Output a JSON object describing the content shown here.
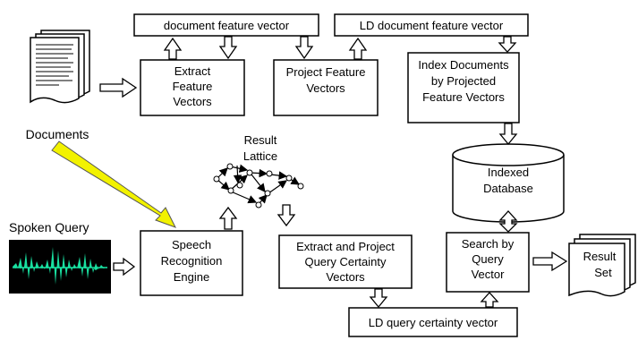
{
  "labels": {
    "document_feature_vector": "document feature vector",
    "ld_document_feature_vector": "LD document feature vector",
    "extract_feature_vectors": [
      "Extract",
      "Feature",
      "Vectors"
    ],
    "project_feature_vectors": [
      "Project Feature",
      "Vectors"
    ],
    "index_documents": [
      "Index Documents",
      "by Projected",
      "Feature Vectors"
    ],
    "indexed_database": [
      "Indexed",
      "Database"
    ],
    "documents": "Documents",
    "result_lattice": [
      "Result",
      "Lattice"
    ],
    "spoken_query": "Spoken Query",
    "speech_recognition_engine": [
      "Speech",
      "Recognition",
      "Engine"
    ],
    "extract_project_query": [
      "Extract and Project",
      "Query Certainty",
      "Vectors"
    ],
    "search_by_query_vector": [
      "Search by",
      "Query",
      "Vector"
    ],
    "result_set": [
      "Result",
      "Set"
    ],
    "ld_query_certainty_vector": "LD query certainty vector"
  },
  "colors": {
    "waveform": "#19e0a0",
    "waveform_background": "#000000",
    "yellow_arrow": "#f2f200"
  },
  "icons": {
    "documents": "document-stack-icon",
    "result_set": "result-set-stack-icon",
    "waveform": "audio-waveform-icon",
    "lattice": "lattice-graph-icon"
  }
}
